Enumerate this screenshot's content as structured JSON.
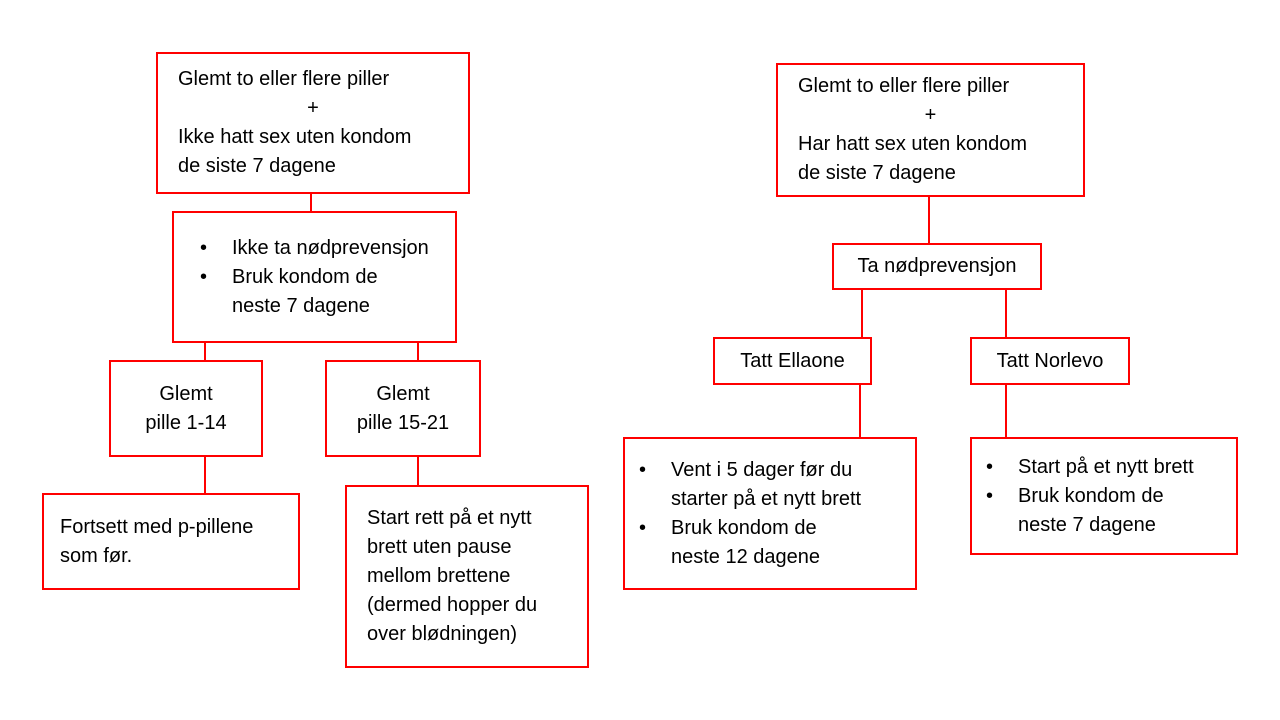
{
  "bullet": "•",
  "colors": {
    "line": "#ff0000",
    "text": "#000000",
    "background": "#ffffff"
  },
  "left_tree": {
    "root": {
      "line1": "Glemt to eller flere piller",
      "plus": "+",
      "rest": "Ikke hatt sex uten kondom\nde siste 7 dagene"
    },
    "advice": {
      "bullet1": "Ikke ta nødprevensjon",
      "bullet2": "Bruk kondom de\nneste 7 dagene"
    },
    "branch_early": "Glemt\npille 1-14",
    "branch_late": "Glemt\npille 15-21",
    "leaf_early": "Fortsett med p-pillene\nsom før.",
    "leaf_late": "Start rett på et nytt\nbrett uten pause\nmellom brettene\n(dermed hopper du\nover blødningen)"
  },
  "right_tree": {
    "root": {
      "line1": "Glemt to eller flere piller",
      "plus": "+",
      "rest": "Har hatt sex uten kondom\nde siste 7 dagene"
    },
    "action": "Ta nødprevensjon",
    "branch_ellaone": "Tatt Ellaone",
    "branch_norlevo": "Tatt Norlevo",
    "leaf_ellaone": {
      "bullet1": "Vent i 5 dager før du\nstarter på et nytt brett",
      "bullet2": "Bruk kondom de\nneste 12 dagene"
    },
    "leaf_norlevo": {
      "bullet1": "Start på et nytt brett",
      "bullet2": "Bruk kondom de\nneste 7 dagene"
    }
  }
}
